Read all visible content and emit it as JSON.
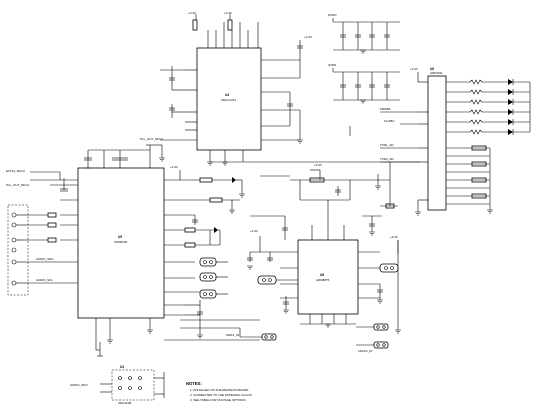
{
  "chips": {
    "u4_ref": "U4",
    "u4_part": "ADAU1761",
    "u6_ref": "U6",
    "u6_part": "ADP3611",
    "u5_ref": "U5",
    "u5_part": "SSM2603",
    "u8_ref": "U8",
    "u8_part": "ADM8875",
    "u3_ref": "U3",
    "u3_part": "ADG1209"
  },
  "power": {
    "v33_a": "+3.3V",
    "v33_b": "+3.3V",
    "v33_c": "+3.3V",
    "v33_d": "+3.3V",
    "v33_e": "+3.3V",
    "v33_f": "+3.3V",
    "v33_g": "+3.3V",
    "v33_h": "+3.3V",
    "dvdd": "DVDD",
    "avdd": "AVDD"
  },
  "nets": {
    "pll": "PLL_OUT_MCLK",
    "pll2": "PLL_OUT_MCLK",
    "mclk": "EXT12_MCLK",
    "fb": "FB/ABA",
    "fl": "FL/ABC",
    "tx": "TXD1_AD",
    "rx": "TXD2_AD",
    "sda": "AUDIO_SDA",
    "scl": "AUDIO_SCL",
    "sdo": "AUDIO_SDO",
    "sdi": "SDI12_IN",
    "lrck": "LRCLK_IN"
  },
  "notes": {
    "title": "NOTES:",
    "line1": "1. INSTALLED ON THE REVISION BOARD.",
    "line2": "2. CONNECTED TO THE EXTERNAL CLOCK",
    "line3": "3. SEE TABLE FOR VOLTAGE OPTIONS"
  }
}
